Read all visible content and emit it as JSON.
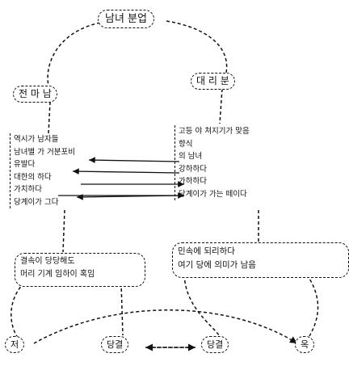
{
  "title": "남녀 분업",
  "left_category": "전 마 남",
  "right_category": "대 리 분",
  "left_list": [
    "역시가 남자들",
    "남녀별 가 거분포비",
    "유발다",
    "대한의 하다",
    "가치하다",
    "당계이가 그다"
  ],
  "right_list": [
    "고등 야 쳐지기가 맞음",
    "향식",
    "의 남녀",
    "강하하다",
    "가하하다",
    "당계이가 가는 떼이다"
  ],
  "left_result": {
    "line1": "결속이 당당해도",
    "line2": "머리 기계 임하이 혹임"
  },
  "right_result": {
    "line1": "민속에 되리하다",
    "line2": "여기 당에 의미가 남음"
  },
  "bottom_nodes": [
    "저",
    "당결",
    "당결",
    "옥"
  ],
  "colors": {
    "ink": "#111111",
    "background": "#ffffff"
  }
}
